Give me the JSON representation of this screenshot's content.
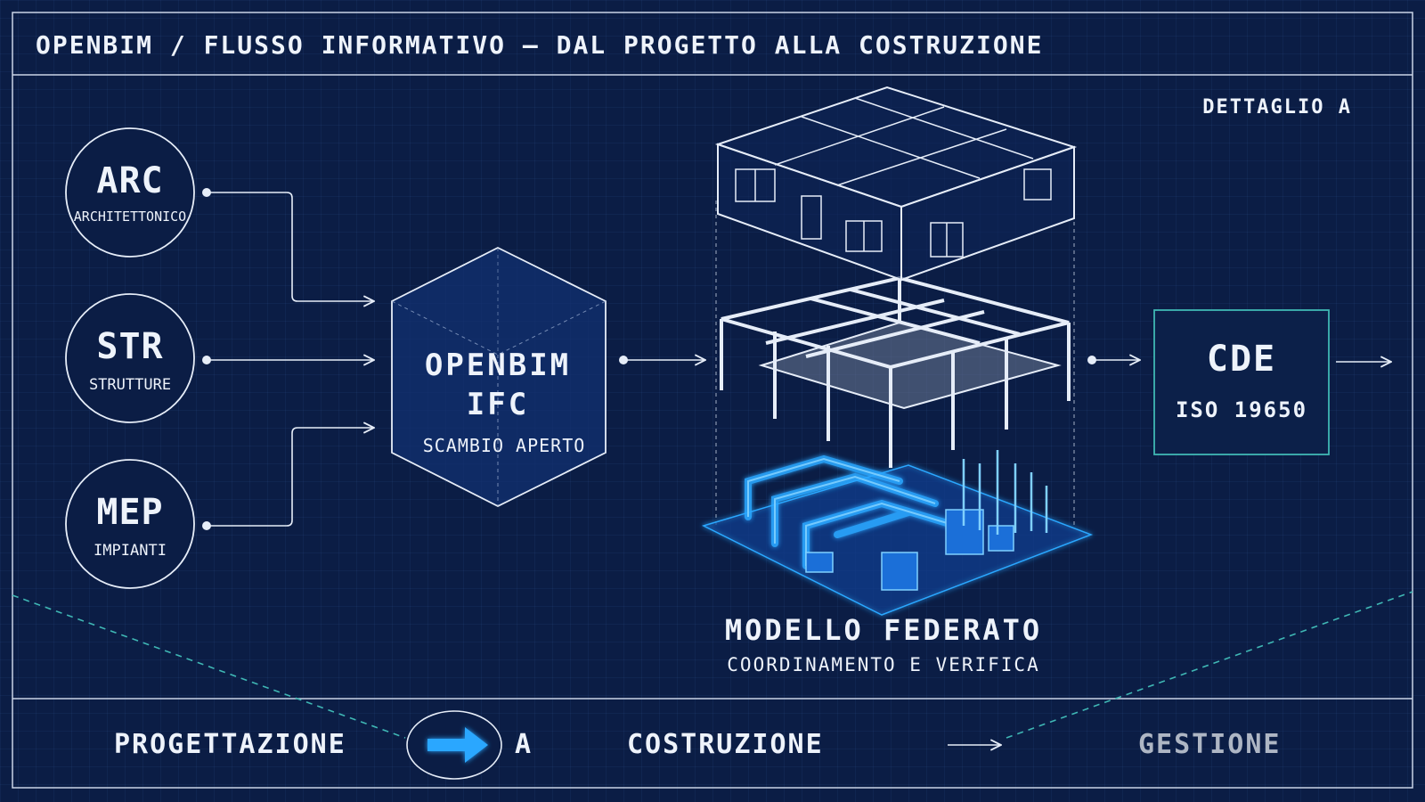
{
  "title": "OPENBIM / FLUSSO INFORMATIVO — DAL PROGETTO ALLA COSTRUZIONE",
  "detail_label": "DETTAGLIO A",
  "disciplines": [
    {
      "code": "ARC",
      "label": "ARCHITETTONICO"
    },
    {
      "code": "STR",
      "label": "STRUTTURE"
    },
    {
      "code": "MEP",
      "label": "IMPIANTI"
    }
  ],
  "hub": {
    "line1": "OPENBIM",
    "line2": "IFC",
    "subtitle": "SCAMBIO APERTO"
  },
  "federated": {
    "title": "MODELLO FEDERATO",
    "subtitle": "COORDINAMENTO E VERIFICA"
  },
  "cde": {
    "title": "CDE",
    "subtitle": "ISO 19650"
  },
  "phases": {
    "first": "PROGETTAZIONE",
    "connector": "A",
    "second": "COSTRUZIONE",
    "third": "GESTIONE"
  },
  "colors": {
    "background": "#0b1d45",
    "line": "#e6edf8",
    "accent": "#2aa7ff",
    "teal": "#3fb7b4"
  }
}
